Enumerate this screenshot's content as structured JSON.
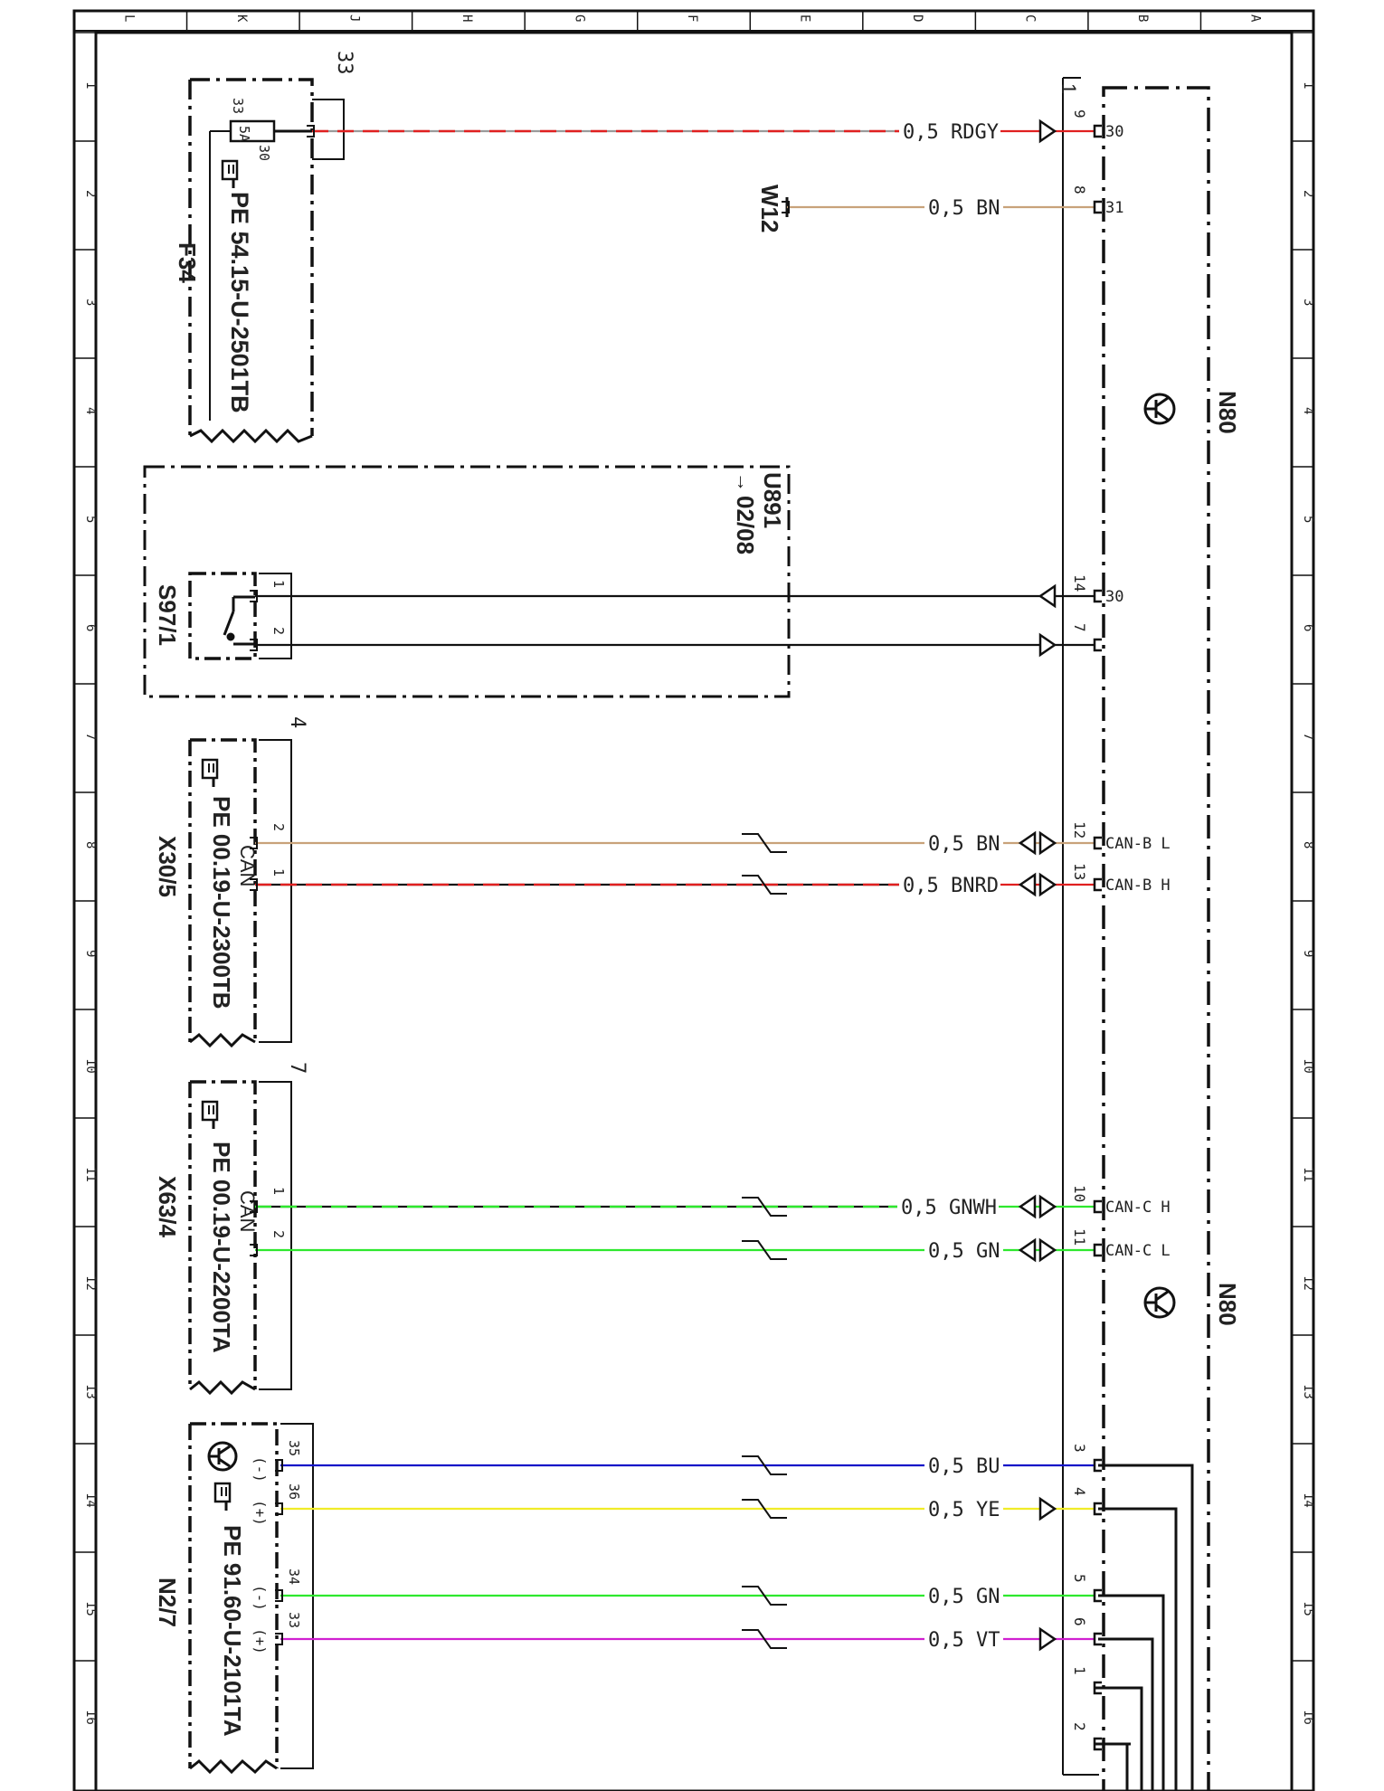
{
  "frame": {
    "top_columns": [
      "L",
      "K",
      "J",
      "H",
      "G",
      "F",
      "E",
      "D",
      "C",
      "B",
      "A"
    ],
    "side_rows": [
      "1",
      "2",
      "3",
      "4",
      "5",
      "6",
      "7",
      "8",
      "9",
      "10",
      "11",
      "12",
      "13",
      "14",
      "15",
      "16"
    ]
  },
  "colors": {
    "RD": "#e02020",
    "BN": "#c8a27a",
    "GN": "#2ee82e",
    "BU": "#1010c8",
    "YE": "#f0ec28",
    "VT": "#d020d0",
    "BK": "#111111",
    "GY": "#9a9a9a"
  },
  "components": {
    "F34": {
      "designation": "F34",
      "ref": "PE 54.15-U-2501TB",
      "fuse_label": "5A",
      "pin_num": "33",
      "pin_30": "30",
      "marker": "33"
    },
    "U891": {
      "designation": "U891",
      "ref": "02/08",
      "arrow": "→"
    },
    "S97_1": {
      "designation": "S97/1",
      "pin1": "1",
      "pin2": "2"
    },
    "X30_5": {
      "designation": "X30/5",
      "ref": "PE 00.19-U-2300TB",
      "can": "CAN",
      "marker": "4",
      "pin2": "2",
      "pin1": "1"
    },
    "X63_4": {
      "designation": "X63/4",
      "ref": "PE 00.19-U-2200TA",
      "can": "CAN",
      "marker": "7",
      "pin1": "1",
      "pin2": "2"
    },
    "N2_7": {
      "designation": "N2/7",
      "ref": "PE 91.60-U-2101TA",
      "pins": [
        "35",
        "36",
        "34",
        "33"
      ],
      "polarity": [
        "(-)",
        "(+)",
        "(-)",
        "(+)"
      ]
    },
    "W12": {
      "designation": "W12"
    },
    "N80": {
      "designation": "N80",
      "marker": "1"
    }
  },
  "wires": [
    {
      "label": "0,5 RDGY",
      "pin": "9",
      "signal": "30"
    },
    {
      "label": "0,5 BN",
      "pin": "8",
      "signal": "31"
    },
    {
      "label": "",
      "pin": "14",
      "signal": "30"
    },
    {
      "label": "",
      "pin": "7",
      "signal": ""
    },
    {
      "label": "0,5 BN",
      "pin": "12",
      "signal": "CAN-B L"
    },
    {
      "label": "0,5 BNRD",
      "pin": "13",
      "signal": "CAN-B H"
    },
    {
      "label": "0,5 GNWH",
      "pin": "10",
      "signal": "CAN-C H"
    },
    {
      "label": "0,5 GN",
      "pin": "11",
      "signal": "CAN-C L"
    },
    {
      "label": "0,5 BU",
      "pin": "3",
      "signal": ""
    },
    {
      "label": "0,5 YE",
      "pin": "4",
      "signal": ""
    },
    {
      "label": "0,5 GN",
      "pin": "5",
      "signal": ""
    },
    {
      "label": "0,5 VT",
      "pin": "6",
      "signal": ""
    },
    {
      "label": "",
      "pin": "1",
      "signal": ""
    },
    {
      "label": "",
      "pin": "2",
      "signal": ""
    }
  ]
}
